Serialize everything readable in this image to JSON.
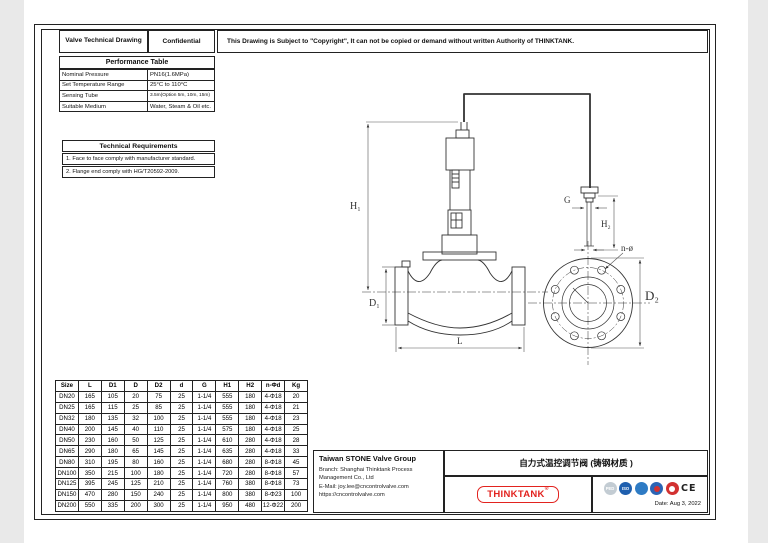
{
  "header": {
    "title": "Valve Technical Drawing",
    "confidential": "Confidential",
    "copyright": "This Drawing is Subject to \"Copyright\", It can not be copied or demand without written Authority of THINKTANK."
  },
  "performance_table": {
    "title": "Performance Table",
    "rows": [
      {
        "label": "Nominal Pressure",
        "value": "PN16(1.6MPa)"
      },
      {
        "label": "Set Temperature Range",
        "value": "25°C to 110°C"
      },
      {
        "label": "Sensing Tube",
        "value": "3.5m(Option 5m, 10m, 15m)"
      },
      {
        "label": "Suitable Medium",
        "value": "Water, Steam & Oil etc."
      }
    ]
  },
  "technical_requirements": {
    "title": "Technical Requirements",
    "items": [
      "1. Face to face comply with manufacturer standard.",
      "2. Flange end comply with HG/T20592-2009."
    ]
  },
  "dimension_table": {
    "headers": [
      "Size",
      "L",
      "D1",
      "D",
      "D2",
      "d",
      "G",
      "H1",
      "H2",
      "n-Φd",
      "Kg"
    ],
    "rows": [
      [
        "DN20",
        "165",
        "105",
        "20",
        "75",
        "25",
        "1-1/4",
        "555",
        "180",
        "4-Φ18",
        "20"
      ],
      [
        "DN25",
        "165",
        "115",
        "25",
        "85",
        "25",
        "1-1/4",
        "555",
        "180",
        "4-Φ18",
        "21"
      ],
      [
        "DN32",
        "180",
        "135",
        "32",
        "100",
        "25",
        "1-1/4",
        "555",
        "180",
        "4-Φ18",
        "23"
      ],
      [
        "DN40",
        "200",
        "145",
        "40",
        "110",
        "25",
        "1-1/4",
        "575",
        "180",
        "4-Φ18",
        "25"
      ],
      [
        "DN50",
        "230",
        "160",
        "50",
        "125",
        "25",
        "1-1/4",
        "610",
        "280",
        "4-Φ18",
        "28"
      ],
      [
        "DN65",
        "290",
        "180",
        "65",
        "145",
        "25",
        "1-1/4",
        "635",
        "280",
        "4-Φ18",
        "33"
      ],
      [
        "DN80",
        "310",
        "195",
        "80",
        "160",
        "25",
        "1-1/4",
        "680",
        "280",
        "8-Φ18",
        "45"
      ],
      [
        "DN100",
        "350",
        "215",
        "100",
        "180",
        "25",
        "1-1/4",
        "720",
        "280",
        "8-Φ18",
        "57"
      ],
      [
        "DN125",
        "395",
        "245",
        "125",
        "210",
        "25",
        "1-1/4",
        "760",
        "380",
        "8-Φ18",
        "73"
      ],
      [
        "DN150",
        "470",
        "280",
        "150",
        "240",
        "25",
        "1-1/4",
        "800",
        "380",
        "8-Φ23",
        "100"
      ],
      [
        "DN200",
        "550",
        "335",
        "200",
        "300",
        "25",
        "1-1/4",
        "950",
        "480",
        "12-Φ22",
        "200"
      ]
    ]
  },
  "title_block": {
    "company": "Taiwan STONE Valve Group",
    "company_lines": [
      "Branch: Shanghai Thinktank Process",
      "Management Co., Ltd",
      "E-Mail: joy.lee@cncontrolvalve.com",
      "https://cncontrolvalve.com"
    ],
    "product_title_cn": "自力式温控调节阀 (铸钢材质 )",
    "logo_text": "THINKTANK",
    "logo_reg": "®",
    "logo_color": "#e2231f",
    "date": "Date: Aug 3, 2022",
    "cert_badges": [
      {
        "name": "ped-badge",
        "label": "PED",
        "type": "circle",
        "color": "#c3ccd3"
      },
      {
        "name": "iso-badge",
        "label": "ISO",
        "type": "circle",
        "color": "#1f5fae"
      },
      {
        "name": "cert-badge-blue",
        "label": "",
        "type": "circle",
        "color": "#2e7bc4"
      },
      {
        "name": "cert-badge-blue-red",
        "label": "",
        "type": "circle",
        "color": "#2b64b5",
        "dot": "#d23131"
      },
      {
        "name": "cert-badge-red",
        "label": "",
        "type": "circle",
        "color": "#d23131",
        "dot": "#ffffff"
      },
      {
        "name": "ce-mark",
        "label": "CE",
        "type": "text",
        "color": "#222222"
      }
    ]
  },
  "drawing": {
    "labels": {
      "h1": "H₁",
      "h2": "H₂",
      "g": "G",
      "n_phi": "n-ø",
      "d1": "D₁",
      "d2": "D₂",
      "l": "L"
    }
  }
}
